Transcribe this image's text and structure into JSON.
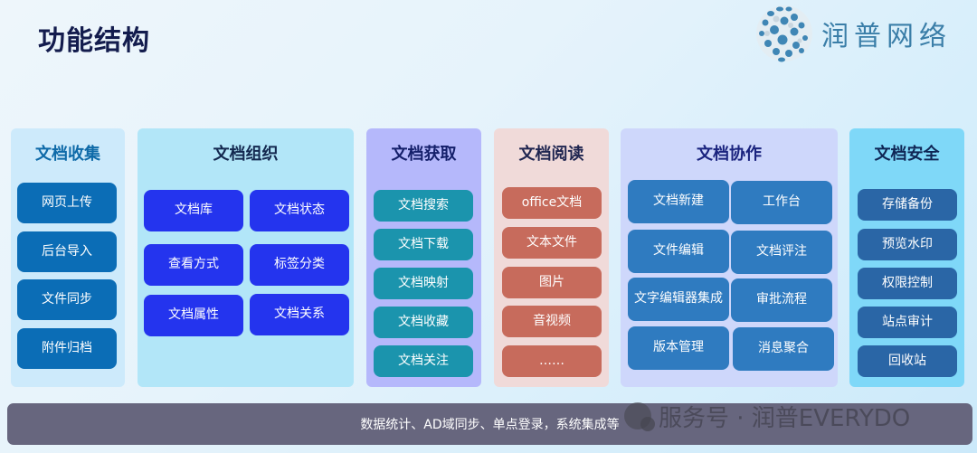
{
  "header": {
    "title": "功能结构",
    "brand_name": "润普网络",
    "brand_icon": "dotted-globe-logo"
  },
  "columns": [
    {
      "id": "collect",
      "title": "文档收集",
      "items": [
        "网页上传",
        "后台导入",
        "文件同步",
        "附件归档"
      ]
    },
    {
      "id": "organize",
      "title": "文档组织",
      "items": [
        "文档库",
        "文档状态",
        "查看方式",
        "标签分类",
        "文档属性",
        "文档关系"
      ]
    },
    {
      "id": "retrieve",
      "title": "文档获取",
      "items": [
        "文档搜索",
        "文档下载",
        "文档映射",
        "文档收藏",
        "文档关注"
      ]
    },
    {
      "id": "read",
      "title": "文档阅读",
      "items": [
        "office文档",
        "文本文件",
        "图片",
        "音视频",
        "……"
      ]
    },
    {
      "id": "collaborate",
      "title": "文档协作",
      "items": [
        "文档新建",
        "工作台",
        "文件编辑",
        "文档评注",
        "文字编辑器集成",
        "审批流程",
        "版本管理",
        "消息聚合"
      ]
    },
    {
      "id": "security",
      "title": "文档安全",
      "items": [
        "存储备份",
        "预览水印",
        "权限控制",
        "站点审计",
        "回收站"
      ]
    }
  ],
  "footer": {
    "text": "数据统计、AD域同步、单点登录，系统集成等"
  },
  "watermark": {
    "text": "服务号 · 润普EVERYDO",
    "icon": "wechat-icon"
  },
  "colors": {
    "title": "#131c4d",
    "brand": "#3a7ea8",
    "collect_box": "#0b6db6",
    "organize_box": "#2434ee",
    "retrieve_box": "#1b94ad",
    "read_box": "#c76b5c",
    "collaborate_box": "#2f7bc0",
    "security_box": "#2a66a6",
    "footer_bg": "#67667e"
  }
}
